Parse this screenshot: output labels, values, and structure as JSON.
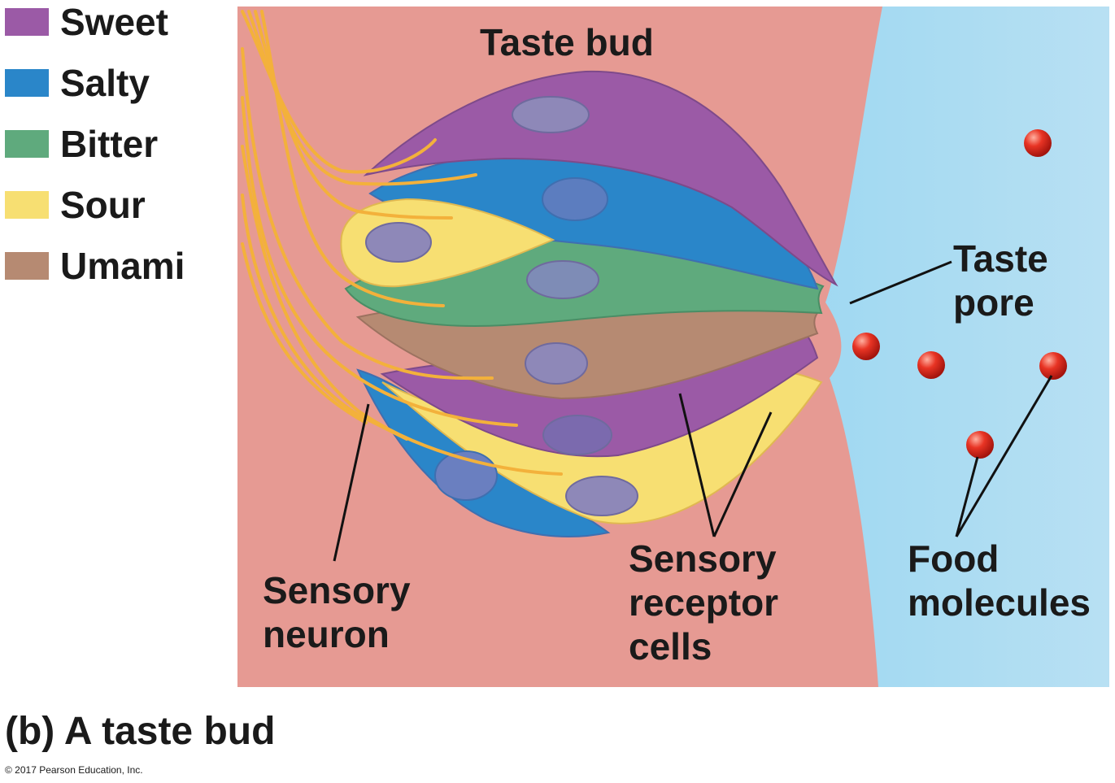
{
  "legend": [
    {
      "label": "Sweet",
      "color": "#9b5aa6"
    },
    {
      "label": "Salty",
      "color": "#2a86c9"
    },
    {
      "label": "Bitter",
      "color": "#5faa7d"
    },
    {
      "label": "Sour",
      "color": "#f7df72"
    },
    {
      "label": "Umami",
      "color": "#b68a72"
    }
  ],
  "labels": {
    "taste_bud": "Taste bud",
    "taste_pore": [
      "Taste",
      "pore"
    ],
    "sensory_neuron": [
      "Sensory",
      "neuron"
    ],
    "sensory_receptor_cells": [
      "Sensory",
      "receptor",
      "cells"
    ],
    "food_molecules": [
      "Food",
      "molecules"
    ]
  },
  "caption": "(b) A taste bud",
  "copyright": "© 2017 Pearson Education, Inc.",
  "colors": {
    "tissue": "#e69a93",
    "fluid": "#a9d9f0",
    "nerve": "#f3b13b",
    "nucleus": "#8e88b8",
    "food_molecule": "#e02a1e"
  }
}
